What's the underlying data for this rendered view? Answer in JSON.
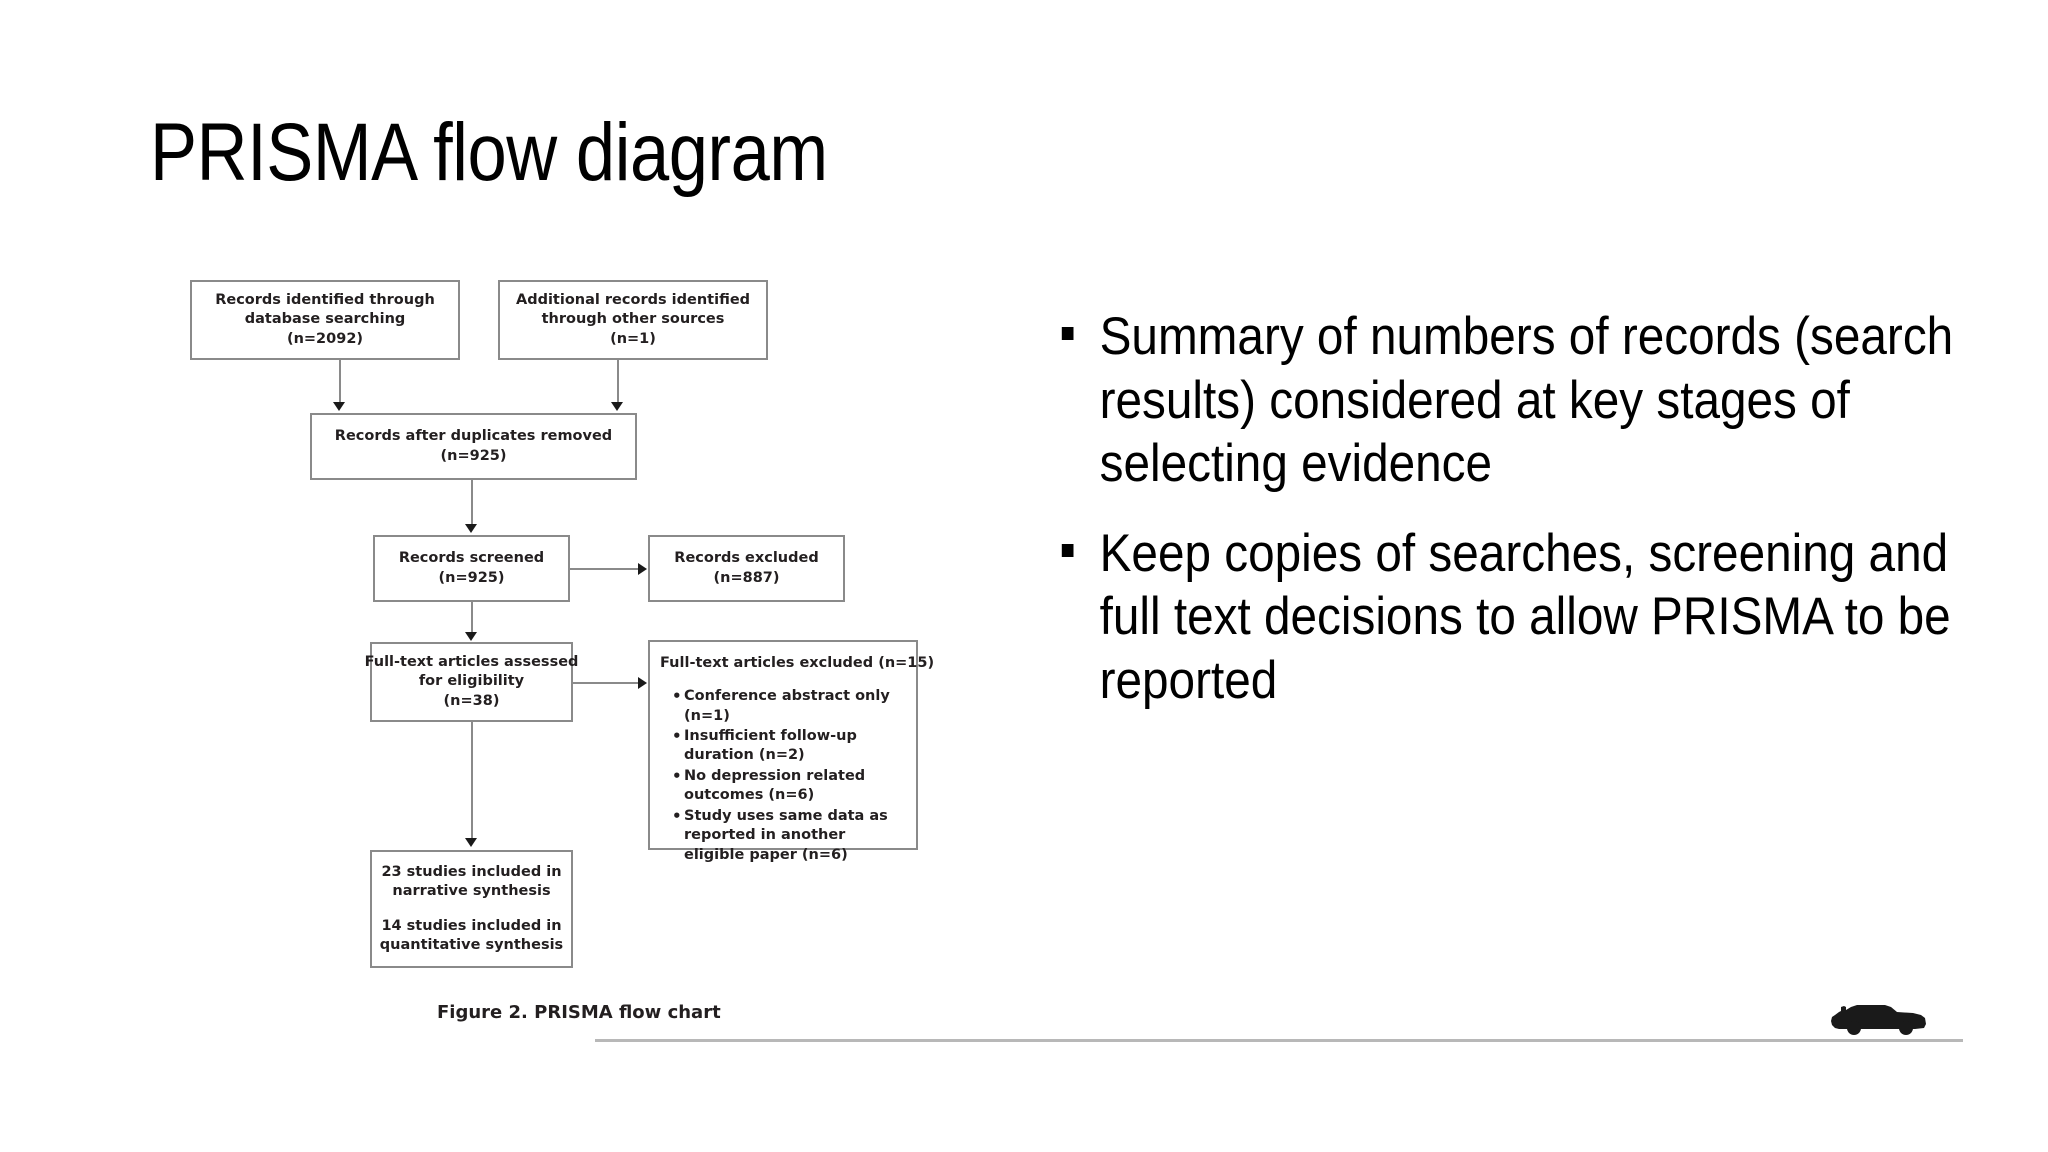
{
  "slide": {
    "title": "PRISMA flow diagram"
  },
  "figure": {
    "caption": "Figure 2. PRISMA flow chart",
    "boxes": {
      "identified_database": {
        "line1": "Records identified through",
        "line2": "database searching",
        "line3": "(n=2092)"
      },
      "identified_other": {
        "line1": "Additional records identified",
        "line2": "through other sources",
        "line3": "(n=1)"
      },
      "duplicates_removed": {
        "line1": "Records after duplicates removed",
        "line2": "(n=925)"
      },
      "records_screened": {
        "line1": "Records screened",
        "line2": "(n=925)"
      },
      "records_excluded": {
        "line1": "Records excluded",
        "line2": "(n=887)"
      },
      "fulltext_assessed": {
        "line1": "Full-text articles assessed",
        "line2": "for eligibility",
        "line3": "(n=38)"
      },
      "fulltext_excluded": {
        "heading": "Full-text articles excluded (n=15)",
        "reasons": [
          "Conference abstract only (n=1)",
          "Insufficient follow-up duration (n=2)",
          "No depression related outcomes (n=6)",
          "Study uses same data as reported in another eligible paper (n=6)"
        ]
      },
      "studies_included": {
        "line1": "23 studies included in",
        "line2": "narrative synthesis",
        "line3": "14 studies included in",
        "line4": "quantitative synthesis"
      }
    }
  },
  "bullets": [
    "Summary of numbers of records (search results) considered at key stages of selecting evidence",
    "Keep copies of searches, screening and full text decisions to allow PRISMA to be reported"
  ],
  "decoration": {
    "icon": "jeep-icon"
  },
  "colors": {
    "box_border": "#8a8a8a",
    "box_text": "#231f20",
    "rule": "#b8b8b8",
    "ink": "#000000"
  }
}
